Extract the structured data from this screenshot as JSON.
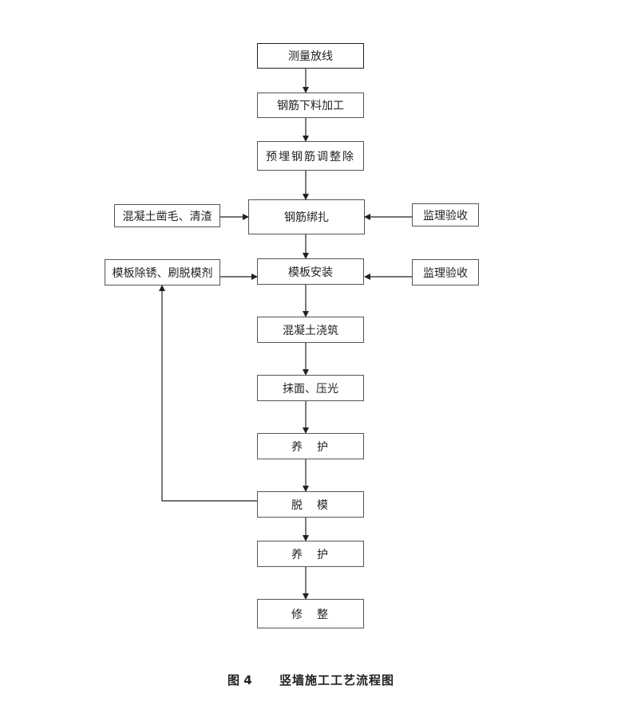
{
  "flow": {
    "main": [
      "测量放线",
      "钢筋下料加工",
      "预埋钢筋调整除",
      "钢筋绑扎",
      "模板安装",
      "混凝土浇筑",
      "抹面、压光",
      "养　护",
      "脱　模",
      "养　护",
      "修　整"
    ],
    "left": [
      "混凝土凿毛、清渣",
      "模板除锈、刷脱模剂"
    ],
    "right": [
      "监理验收",
      "监理验收"
    ]
  },
  "caption": {
    "figure": "图 4",
    "title": "竖墙施工工艺流程图"
  },
  "colors": {
    "line": "#222222",
    "border": "#555555",
    "background": "#ffffff"
  }
}
